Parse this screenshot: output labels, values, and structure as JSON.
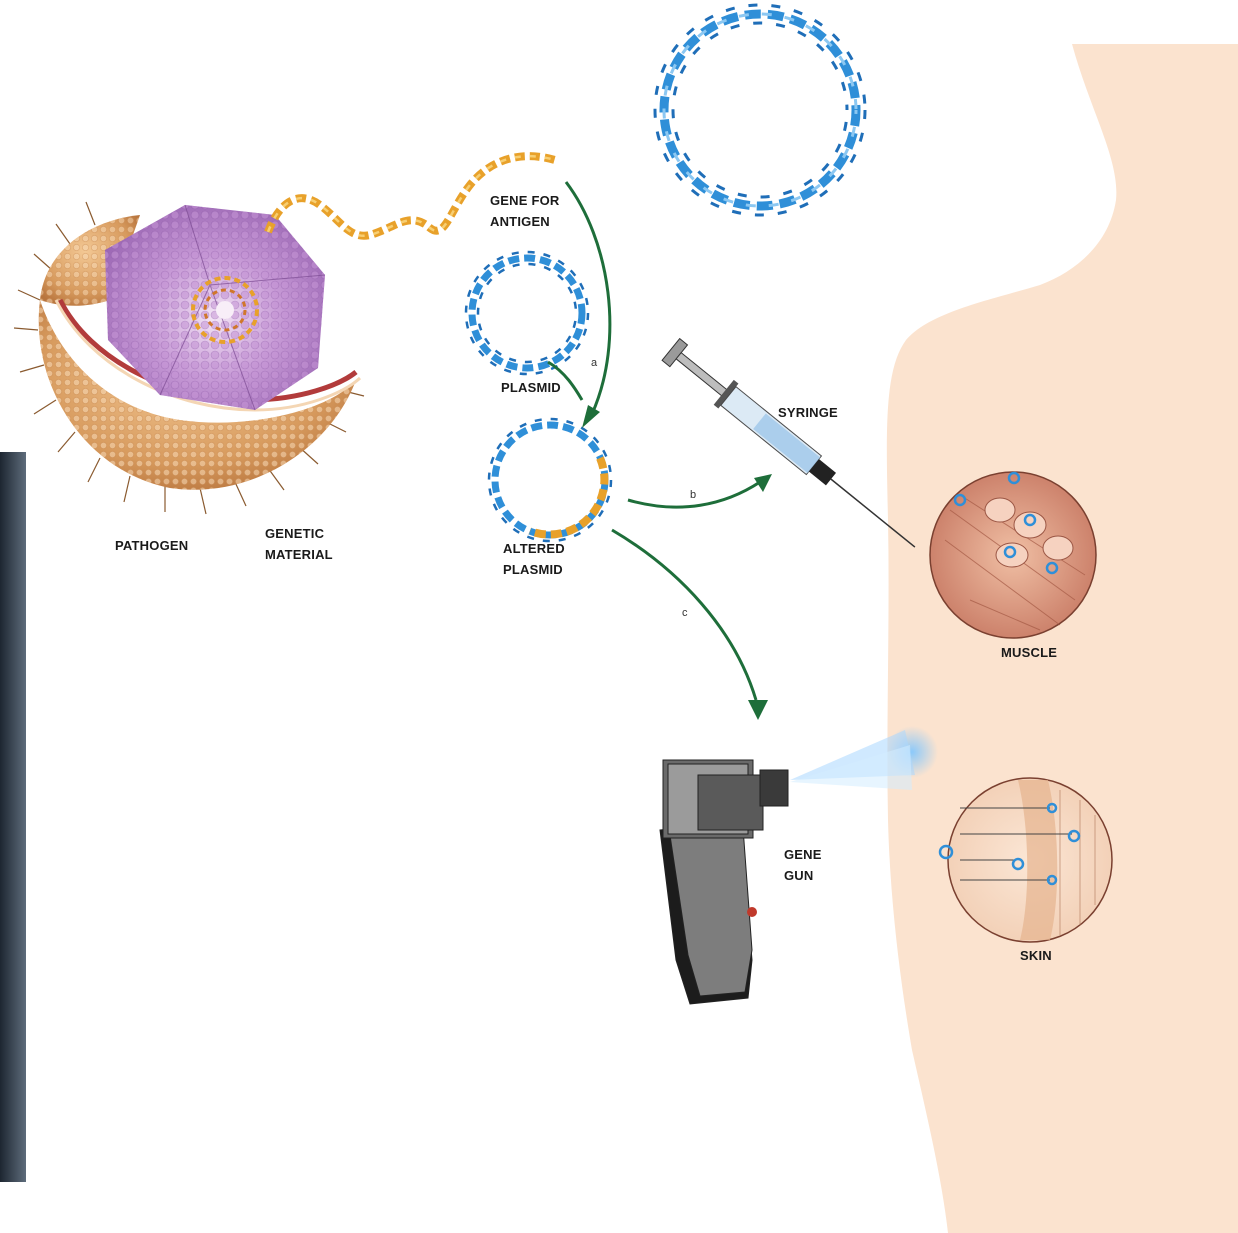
{
  "labels": {
    "gene_for_antigen": [
      "GENE FOR",
      "ANTIGEN"
    ],
    "plasmid": "PLASMID",
    "altered_plasmid": [
      "ALTERED",
      "PLASMID"
    ],
    "pathogen": "PATHOGEN",
    "genetic_material": [
      "GENETIC",
      "MATERIAL"
    ],
    "syringe": "SYRINGE",
    "muscle": "MUSCLE",
    "gene_gun": [
      "GENE",
      "GUN"
    ],
    "skin": "SKIN"
  },
  "steps": {
    "a": "a",
    "b": "b",
    "c": "c"
  },
  "colors": {
    "dna_blue": "#2f8fd8",
    "dna_orange": "#e8a12a",
    "arrow_green": "#1e6e3a",
    "skin_tone": "#fbe3cf",
    "capsid_purple": "#b98acb",
    "pathogen_shell": "#dca36a",
    "gun_grey": "#7d7d7d"
  }
}
